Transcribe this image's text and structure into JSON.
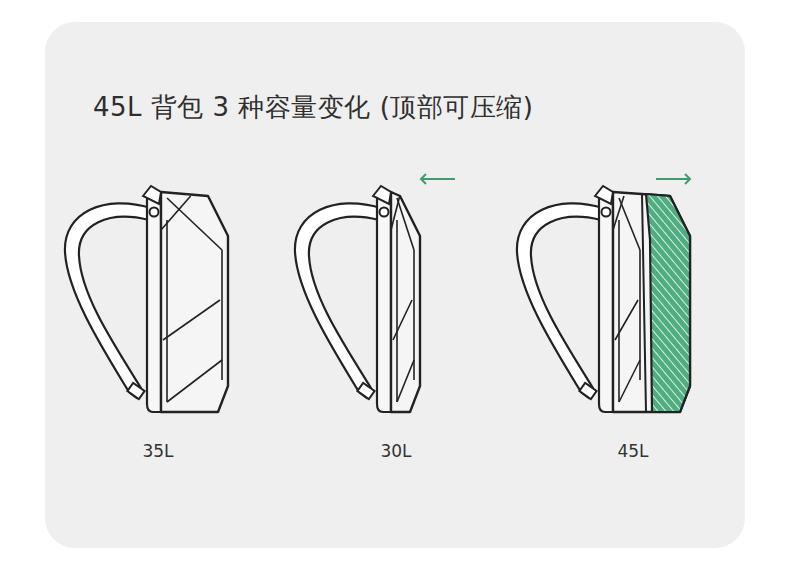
{
  "diagram": {
    "title": "45L 背包 3 种容量变化 (顶部可压缩)",
    "labels": [
      "35L",
      "30L",
      "45L"
    ]
  }
}
